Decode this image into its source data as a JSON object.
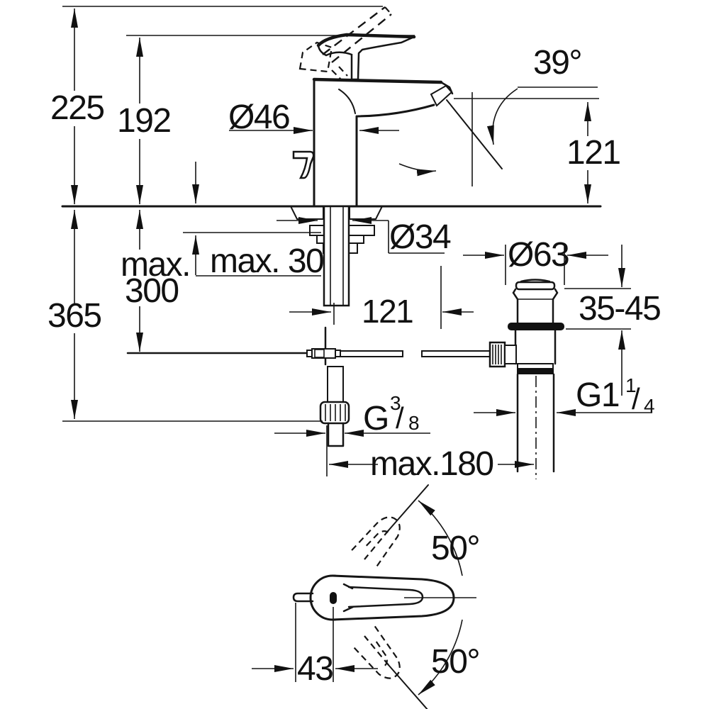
{
  "labels": {
    "overall_height": "225",
    "height_to_spout_tip": "192",
    "body_diameter": "Ø46",
    "stream_angle": "39°",
    "spout_height": "121",
    "shank_hole_diameter": "Ø34",
    "max_deck_thickness": "max. 30",
    "max_word": "max.",
    "max_hose_reach": "300",
    "below_deck_depth": "365",
    "hose_offset": "121",
    "waste_flange_diameter": "Ø63",
    "waste_clamp_range": "35-45",
    "waste_thread_main": "G1",
    "waste_thread_sup": "1",
    "waste_thread_slash": "/",
    "waste_thread_sub": "4",
    "supply_thread_main": "G",
    "supply_thread_sup": "3",
    "supply_thread_slash": "/",
    "supply_thread_sub": "8",
    "max_waste_distance": "max.180",
    "handle_swivel_upper": "50°",
    "handle_swivel_lower": "50°",
    "handle_offset": "43"
  }
}
